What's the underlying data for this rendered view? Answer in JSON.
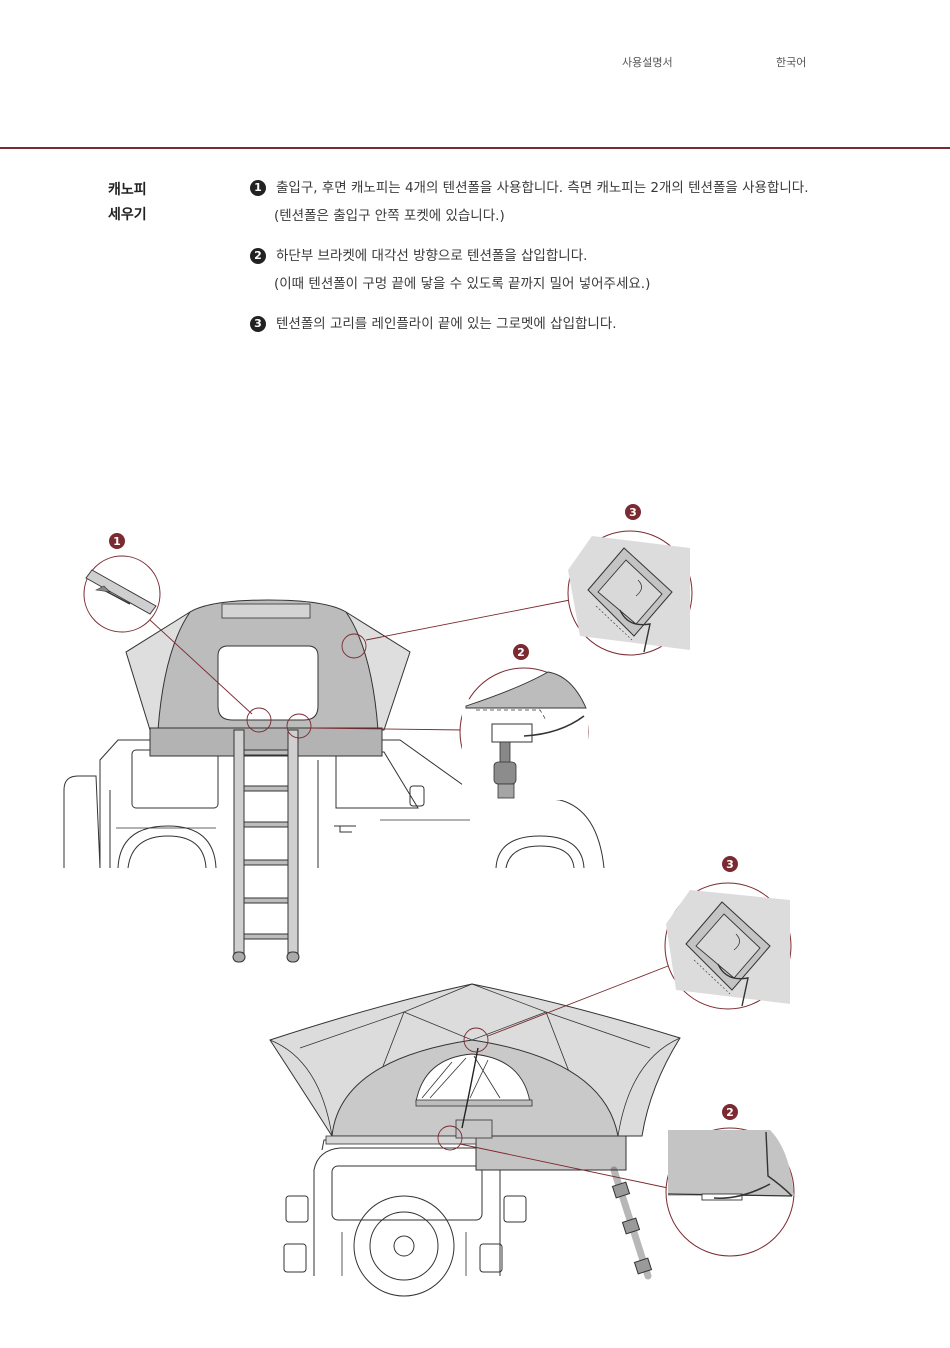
{
  "header": {
    "manual_label": "사용설명서",
    "language_label": "한국어"
  },
  "section": {
    "title_line1": "캐노피",
    "title_line2": "세우기"
  },
  "steps": [
    {
      "number": "1",
      "text": "출입구, 후면 캐노피는 4개의 텐션폴을 사용합니다. 측면 캐노피는 2개의 텐션폴을 사용합니다.",
      "sub": "(텐션폴은 출입구 안쪽 포켓에 있습니다.)"
    },
    {
      "number": "2",
      "text": "하단부 브라켓에 대각선 방향으로 텐션폴을 삽입합니다.",
      "sub": "(이때 텐션폴이 구멍 끝에 닿을 수 있도록 끝까지 밀어 넣어주세요.)"
    },
    {
      "number": "3",
      "text": "텐션폴의 고리를 레인플라이 끝에 있는 그로멧에 삽입합니다.",
      "sub": ""
    }
  ],
  "figure1": {
    "callout_1": "1",
    "callout_2": "2",
    "callout_3": "3"
  },
  "figure2": {
    "callout_2": "2",
    "callout_3": "3"
  },
  "colors": {
    "accent": "#7a2a30",
    "badge": "#7a2a30",
    "tent_gray": "#b9b9b9",
    "tent_light": "#d8d8d8",
    "line": "#2b2b2b"
  }
}
